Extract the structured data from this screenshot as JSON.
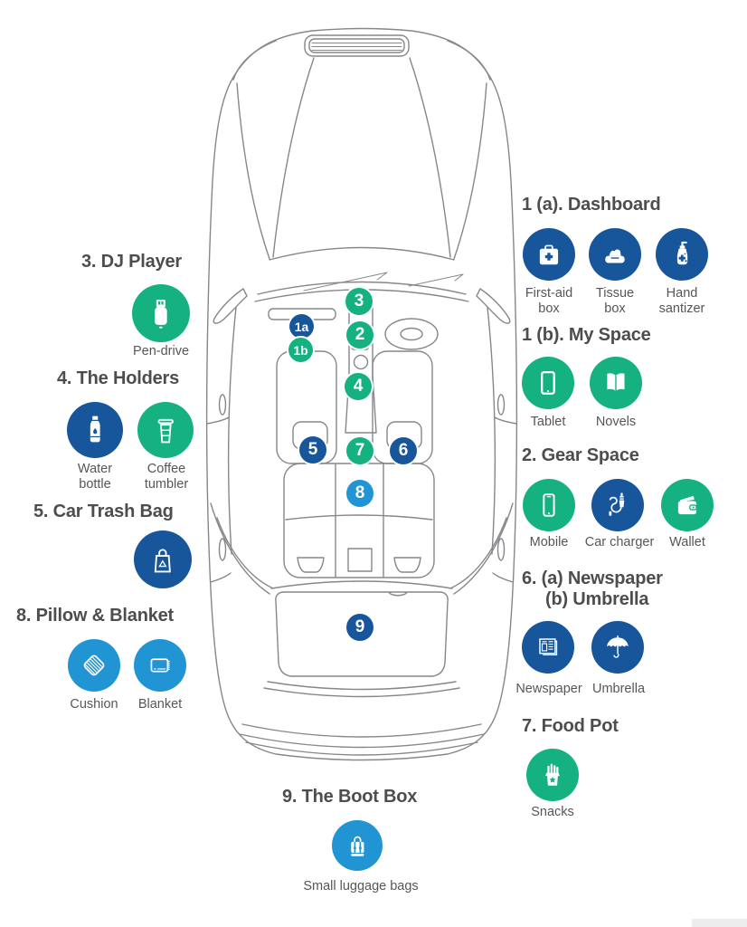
{
  "palette": {
    "green": "#16b181",
    "blue": "#17569b",
    "lightblue": "#2195d3",
    "title_text": "#4d4d4f",
    "caption_text": "#55565a",
    "line": "#85878a",
    "footer_bar": "#ededed"
  },
  "diagram": {
    "description": "Top view of a car interior with numbered storage locations",
    "markers": [
      {
        "label": "3",
        "color": "green"
      },
      {
        "label": "1a",
        "color": "blue"
      },
      {
        "label": "2",
        "color": "green"
      },
      {
        "label": "1b",
        "color": "green"
      },
      {
        "label": "4",
        "color": "green"
      },
      {
        "label": "5",
        "color": "blue"
      },
      {
        "label": "7",
        "color": "green"
      },
      {
        "label": "6",
        "color": "blue"
      },
      {
        "label": "8",
        "color": "lightblue"
      },
      {
        "label": "9",
        "color": "blue"
      }
    ]
  },
  "sections": {
    "dj_player": {
      "title": "3. DJ Player",
      "items": [
        {
          "label": "Pen-drive",
          "icon": "pen-drive-icon",
          "color": "green"
        }
      ]
    },
    "holders": {
      "title": "4. The Holders",
      "items": [
        {
          "label": "Water bottle",
          "icon": "water-bottle-icon",
          "color": "blue"
        },
        {
          "label": "Coffee tumbler",
          "icon": "coffee-tumbler-icon",
          "color": "green"
        }
      ]
    },
    "trash_bag": {
      "title": "5. Car Trash Bag",
      "items": [
        {
          "icon": "trash-bag-icon",
          "color": "blue"
        }
      ]
    },
    "pillow_blanket": {
      "title": "8. Pillow & Blanket",
      "items": [
        {
          "label": "Cushion",
          "icon": "cushion-icon",
          "color": "lightblue"
        },
        {
          "label": "Blanket",
          "icon": "blanket-icon",
          "color": "lightblue"
        }
      ]
    },
    "dashboard": {
      "title": "1 (a). Dashboard",
      "items": [
        {
          "label": "First-aid box",
          "icon": "first-aid-box-icon",
          "color": "blue"
        },
        {
          "label": "Tissue box",
          "icon": "tissue-box-icon",
          "color": "blue"
        },
        {
          "label": "Hand santizer",
          "icon": "hand-sanitizer-icon",
          "color": "blue"
        }
      ]
    },
    "my_space": {
      "title": "1 (b). My Space",
      "items": [
        {
          "label": "Tablet",
          "icon": "tablet-icon",
          "color": "green"
        },
        {
          "label": "Novels",
          "icon": "novels-icon",
          "color": "green"
        }
      ]
    },
    "gear_space": {
      "title": "2. Gear Space",
      "items": [
        {
          "label": "Mobile",
          "icon": "mobile-icon",
          "color": "green"
        },
        {
          "label": "Car charger",
          "icon": "car-charger-icon",
          "color": "blue"
        },
        {
          "label": "Wallet",
          "icon": "wallet-icon",
          "color": "green"
        }
      ]
    },
    "newspaper_umbrella": {
      "title_line1": "6. (a) Newspaper",
      "title_line2": "(b) Umbrella",
      "items": [
        {
          "label": "Newspaper",
          "icon": "newspaper-icon",
          "color": "blue"
        },
        {
          "label": "Umbrella",
          "icon": "umbrella-icon",
          "color": "blue"
        }
      ]
    },
    "food_pot": {
      "title": "7. Food Pot",
      "items": [
        {
          "label": "Snacks",
          "icon": "snacks-icon",
          "color": "green"
        }
      ]
    },
    "boot_box": {
      "title": "9. The Boot Box",
      "items": [
        {
          "label": "Small luggage bags",
          "icon": "luggage-bag-icon",
          "color": "lightblue"
        }
      ]
    }
  }
}
